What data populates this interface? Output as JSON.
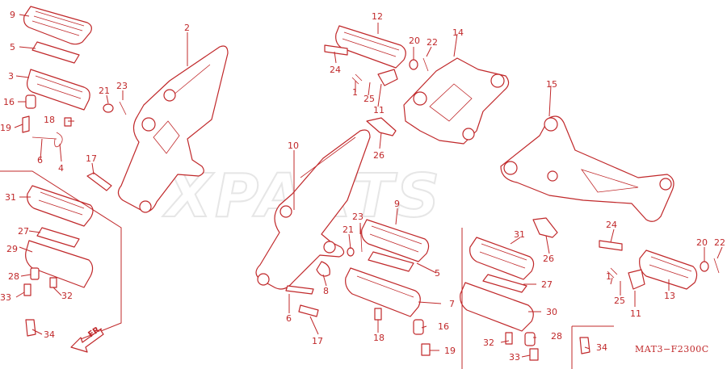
{
  "diagram": {
    "watermark": "XPARTS",
    "code": "MAT3−F2300C",
    "direction": "FR.",
    "accent_color": "#c0282a",
    "labels": [
      "9",
      "5",
      "3",
      "16",
      "19",
      "6",
      "4",
      "18",
      "21",
      "23",
      "17",
      "2",
      "31",
      "27",
      "29",
      "28",
      "33",
      "32",
      "34",
      "12",
      "20",
      "22",
      "14",
      "24",
      "1",
      "25",
      "11",
      "26",
      "10",
      "9",
      "23",
      "21",
      "8",
      "6",
      "17",
      "5",
      "7",
      "18",
      "16",
      "19",
      "15",
      "31",
      "27",
      "30",
      "28",
      "32",
      "33",
      "34",
      "24",
      "20",
      "22",
      "26",
      "1",
      "25",
      "11",
      "13"
    ]
  }
}
